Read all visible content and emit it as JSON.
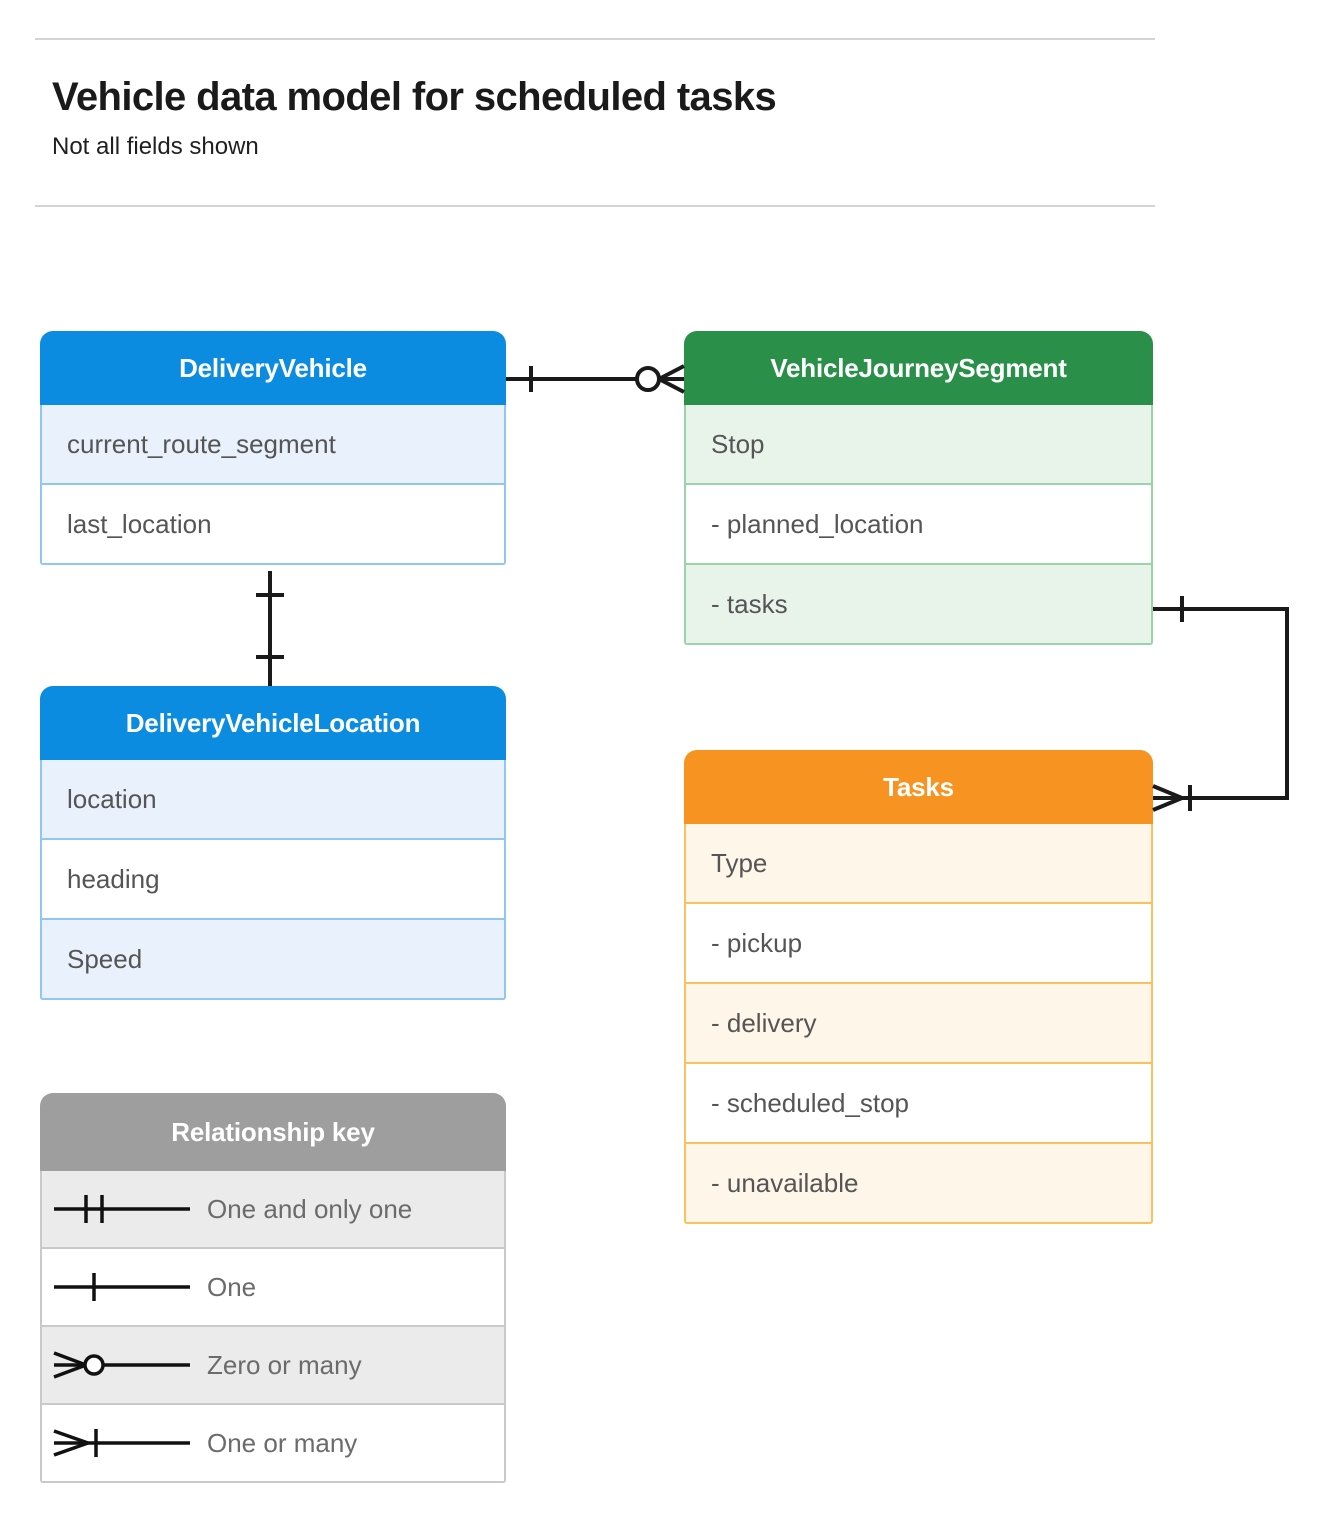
{
  "header": {
    "title": "Vehicle data model for scheduled tasks",
    "subtitle": "Not all fields shown"
  },
  "colors": {
    "blue_header": "#0c8ce1",
    "blue_row_alt": "#e8f1fc",
    "blue_border": "#8fc7f2",
    "green_header": "#2a9049",
    "green_row_alt": "#e8f4ea",
    "green_border": "#9ad3ab",
    "orange_header": "#f79321",
    "orange_row_alt": "#fef6e8",
    "orange_border": "#fac25e",
    "gray_header": "#9e9e9e",
    "gray_row_alt": "#ebebeb",
    "gray_border": "#c9c9c9",
    "connector": "#1a1a1a",
    "rule": "#d4d4d4",
    "field_text": "#555555"
  },
  "entities": {
    "delivery_vehicle": {
      "title": "DeliveryVehicle",
      "fields": [
        {
          "label": "current_route_segment"
        },
        {
          "label": "last_location"
        }
      ]
    },
    "delivery_vehicle_location": {
      "title": "DeliveryVehicleLocation",
      "fields": [
        {
          "label": "location"
        },
        {
          "label": "heading"
        },
        {
          "label": "Speed"
        }
      ]
    },
    "vehicle_journey_segment": {
      "title": "VehicleJourneySegment",
      "fields": [
        {
          "label": "Stop"
        },
        {
          "label": "-  planned_location"
        },
        {
          "label": "- tasks"
        }
      ]
    },
    "tasks": {
      "title": "Tasks",
      "fields": [
        {
          "label": "Type"
        },
        {
          "label": "-  pickup"
        },
        {
          "label": "-  delivery"
        },
        {
          "label": "-  scheduled_stop"
        },
        {
          "label": "-  unavailable"
        }
      ]
    }
  },
  "legend": {
    "title": "Relationship key",
    "items": [
      {
        "label": "One and only one",
        "symbol": "one-and-only-one"
      },
      {
        "label": "One",
        "symbol": "one"
      },
      {
        "label": "Zero or many",
        "symbol": "zero-or-many"
      },
      {
        "label": "One or many",
        "symbol": "one-or-many"
      }
    ]
  },
  "relationships": [
    {
      "from": "DeliveryVehicle",
      "to": "VehicleJourneySegment",
      "from_cardinality": "One",
      "to_cardinality": "Zero or many"
    },
    {
      "from": "DeliveryVehicle",
      "to": "DeliveryVehicleLocation",
      "from_cardinality": "One",
      "to_cardinality": "One"
    },
    {
      "from": "VehicleJourneySegment.tasks",
      "to": "Tasks",
      "from_cardinality": "One",
      "to_cardinality": "One or many"
    }
  ]
}
